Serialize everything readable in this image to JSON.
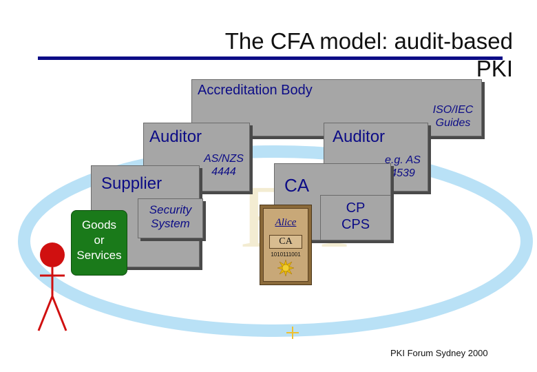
{
  "slide": {
    "title_line1": "The CFA model: audit-based",
    "title_line2": "PKI",
    "footer": "PKI Forum Sydney 2000"
  },
  "diagram": {
    "accreditation_body": "Accreditation Body",
    "iso_guides": [
      "ISO/IEC",
      "Guides"
    ],
    "auditor_left": "Auditor",
    "auditor_right": "Auditor",
    "as_nzs": [
      "AS/NZS",
      "4444"
    ],
    "eg_as": [
      "e.g. AS",
      "4539"
    ],
    "supplier": "Supplier",
    "security_system": [
      "Security",
      "System"
    ],
    "goods": [
      "Goods",
      "or",
      "Services"
    ],
    "ca": "CA",
    "cp_cps": [
      "CP",
      "CPS"
    ],
    "certificate": {
      "name": "Alice",
      "issuer": "CA",
      "bits": "1010111001"
    }
  },
  "colors": {
    "box_gray": "#a6a6a6",
    "navy": "#0c0c86",
    "goods_green": "#1a7a1a",
    "person_red": "#d01010",
    "ellipse_blue": "#b9e1f6",
    "cert_brown": "#8b6a3a"
  }
}
